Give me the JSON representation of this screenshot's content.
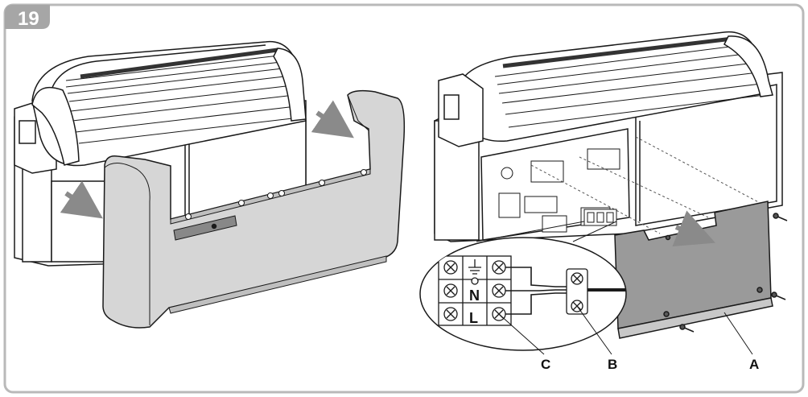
{
  "figure": {
    "step_number": "19"
  },
  "terminal_block": {
    "neutral_label": "N",
    "line_label": "L"
  },
  "callouts": {
    "a": "A",
    "b": "B",
    "c": "C"
  },
  "colors": {
    "frame_border": "#b9b9b9",
    "badge_fill": "#a6a6a6",
    "cover_fill": "#d6d6d6",
    "panel_fill": "#9a9a9a",
    "line": "#1a1a1a"
  }
}
